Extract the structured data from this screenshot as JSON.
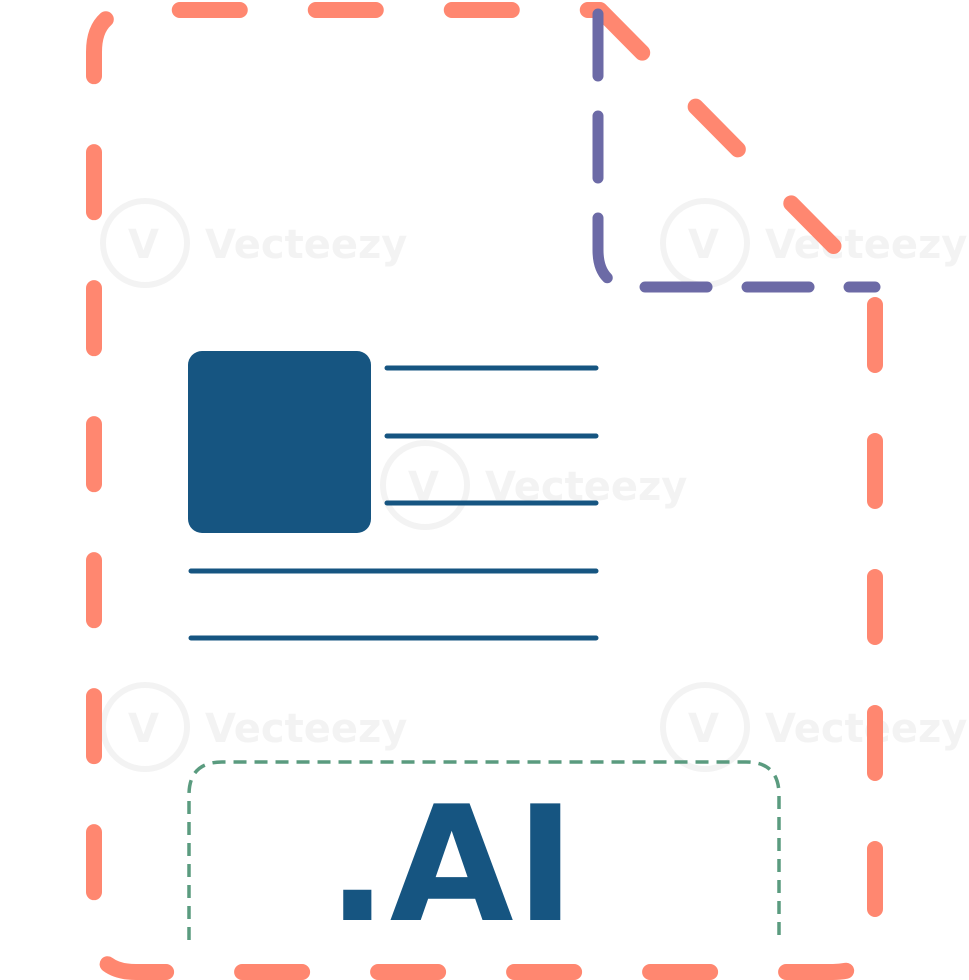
{
  "file_icon": {
    "extension_label": ".AI",
    "watermark_text": "Vecteezy",
    "watermark_mark": "V"
  },
  "colors": {
    "outline": "#ff8770",
    "fold": "#6c6aa6",
    "content": "#165581",
    "label_box": "#5a9b7f",
    "background": "#ffffff"
  },
  "icons": {
    "document": "file-icon",
    "image_placeholder": "image-block-icon",
    "text_lines": "text-lines-icon"
  }
}
